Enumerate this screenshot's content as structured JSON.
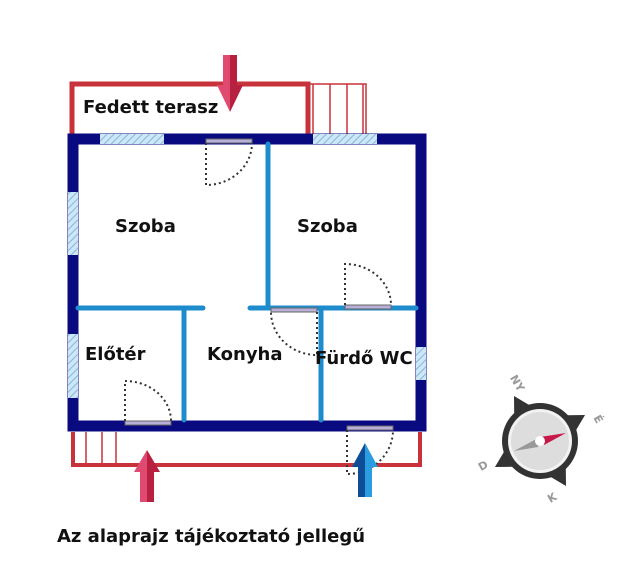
{
  "rooms": {
    "terrace": "Fedett terasz",
    "room1": "Szoba",
    "room2": "Szoba",
    "hall": "Előtér",
    "kitchen": "Konyha",
    "bath": "Fürdő WC"
  },
  "compass": {
    "north": "É",
    "east": "K",
    "south": "D",
    "west": "NY"
  },
  "footer": "Az alaprajz tájékoztató jellegű",
  "colors": {
    "outer_wall": "#0a0a80",
    "inner_wall": "#1e8ccc",
    "terrace": "#c8323a",
    "window": "#9ccbe8",
    "entry_arrow": "#d83a62",
    "side_arrow": "#1a6ab8"
  }
}
